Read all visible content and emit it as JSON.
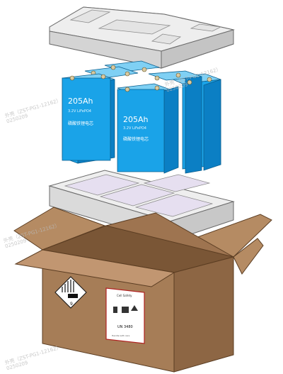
{
  "cells": {
    "front_left": {
      "capacity": "205Ah",
      "model": "3.2V LiFePO4",
      "brand": "磷酸铁锂电芯"
    },
    "front_right": {
      "capacity": "205Ah",
      "model": "3.2V LiFePO4",
      "brand": "磷酸铁锂电芯"
    }
  },
  "hazard_label": {
    "class_number": "9"
  },
  "handling_label": {
    "title": "Cell Safety",
    "un_number": "UN 3480",
    "footer": "Handle with care"
  },
  "watermarks": [
    {
      "line1": "外壳（ZST-PG1-12162）",
      "line2": "0250209"
    },
    {
      "line1": "外壳（ZST-PG1-12162）",
      "line2": "0250209"
    },
    {
      "line1": "外壳（ZST-PG1-12162）",
      "line2": "0250209"
    },
    {
      "line1": "外壳（ZST-PG1-12162）",
      "line2": "0250209"
    }
  ],
  "colors": {
    "cell_front": "#1aa3e8",
    "cell_side": "#0b7fc4",
    "cell_top": "#7fd0f4",
    "tray": "#f2f2f2",
    "tray_inner": "#e6dff0",
    "box_front": "#a67d57",
    "box_side": "#8d6644",
    "box_flap": "#b58b63"
  }
}
